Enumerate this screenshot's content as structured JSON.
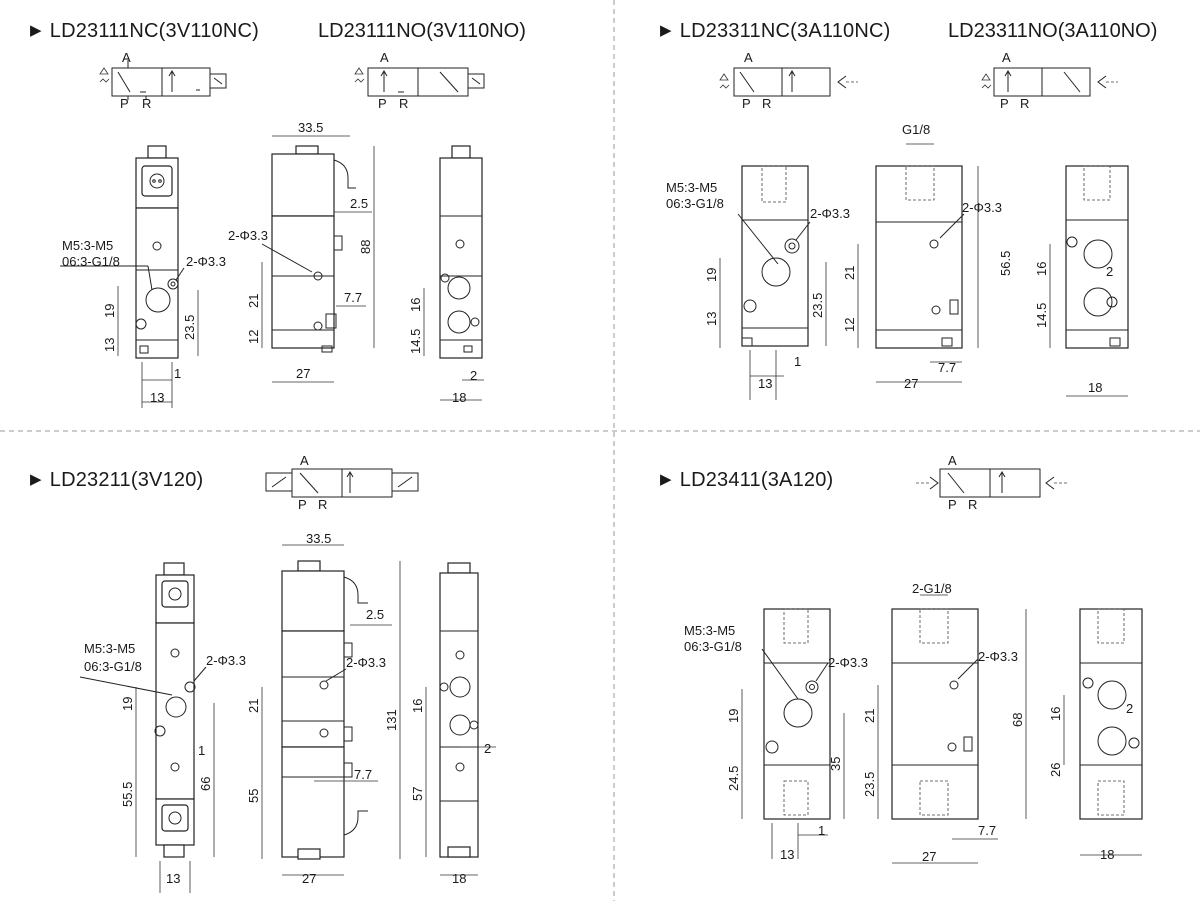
{
  "sections": [
    {
      "models": [
        "LD23111NC(3V110NC)",
        "LD23111NO(3V110NO)"
      ],
      "port_labels": {
        "a": "A",
        "p": "P",
        "r": "R"
      },
      "callouts": {
        "port": "M5:3-M5",
        "port2": "06:3-G1/8",
        "hole": "2-Φ3.3",
        "hole_side": "2-Φ3.3"
      },
      "dims": {
        "top_width": "33.5",
        "d2_5": "2.5",
        "h88": "88",
        "d21": "21",
        "d7_7": "7.7",
        "d12": "12",
        "w27": "27",
        "d19": "19",
        "d13v": "13",
        "d23_5": "23.5",
        "d1": "1",
        "w13": "13",
        "d16": "16",
        "d14_5": "14.5",
        "d2": "2",
        "w18": "18"
      }
    },
    {
      "models": [
        "LD23311NC(3A110NC)",
        "LD23311NO(3A110NO)"
      ],
      "port_labels": {
        "a": "A",
        "p": "P",
        "r": "R"
      },
      "callouts": {
        "port": "M5:3-M5",
        "port2": "06:3-G1/8",
        "hole": "2-Φ3.3",
        "hole_side": "2-Φ3.3",
        "g18": "G1/8"
      },
      "dims": {
        "h56_5": "56.5",
        "d21": "21",
        "d12": "12",
        "w27": "27",
        "d7_7": "7.7",
        "d19": "19",
        "d13v": "13",
        "d23_5": "23.5",
        "d1": "1",
        "w13": "13",
        "d16": "16",
        "d2": "2",
        "d14_5": "14.5",
        "w18": "18"
      }
    },
    {
      "models": [
        "LD23211(3V120)"
      ],
      "port_labels": {
        "a": "A",
        "p": "P",
        "r": "R"
      },
      "callouts": {
        "port": "M5:3-M5",
        "port2": "06:3-G1/8",
        "hole": "2-Φ3.3",
        "hole_side": "2-Φ3.3"
      },
      "dims": {
        "top_width": "33.5",
        "d2_5": "2.5",
        "d21": "21",
        "h131": "131",
        "d55": "55",
        "d7_7": "7.7",
        "w27": "27",
        "d19": "19",
        "d1": "1",
        "d55_5": "55.5",
        "d66": "66",
        "w13": "13",
        "d16": "16",
        "d2": "2",
        "d57": "57",
        "w18": "18"
      }
    },
    {
      "models": [
        "LD23411(3A120)"
      ],
      "port_labels": {
        "a": "A",
        "p": "P",
        "r": "R"
      },
      "callouts": {
        "port": "M5:3-M5",
        "port2": "06:3-G1/8",
        "hole": "2-Φ3.3",
        "hole_side": "2-Φ3.3",
        "g18": "2-G1/8"
      },
      "dims": {
        "h68": "68",
        "d21": "21",
        "d23_5": "23.5",
        "w27": "27",
        "d7_7": "7.7",
        "d19": "19",
        "d24_5": "24.5",
        "d35": "35",
        "d1": "1",
        "w13": "13",
        "d16": "16",
        "d2": "2",
        "d26": "26",
        "w18": "18"
      }
    }
  ],
  "colors": {
    "line": "#222222",
    "separator": "#999999",
    "background": "#ffffff"
  }
}
